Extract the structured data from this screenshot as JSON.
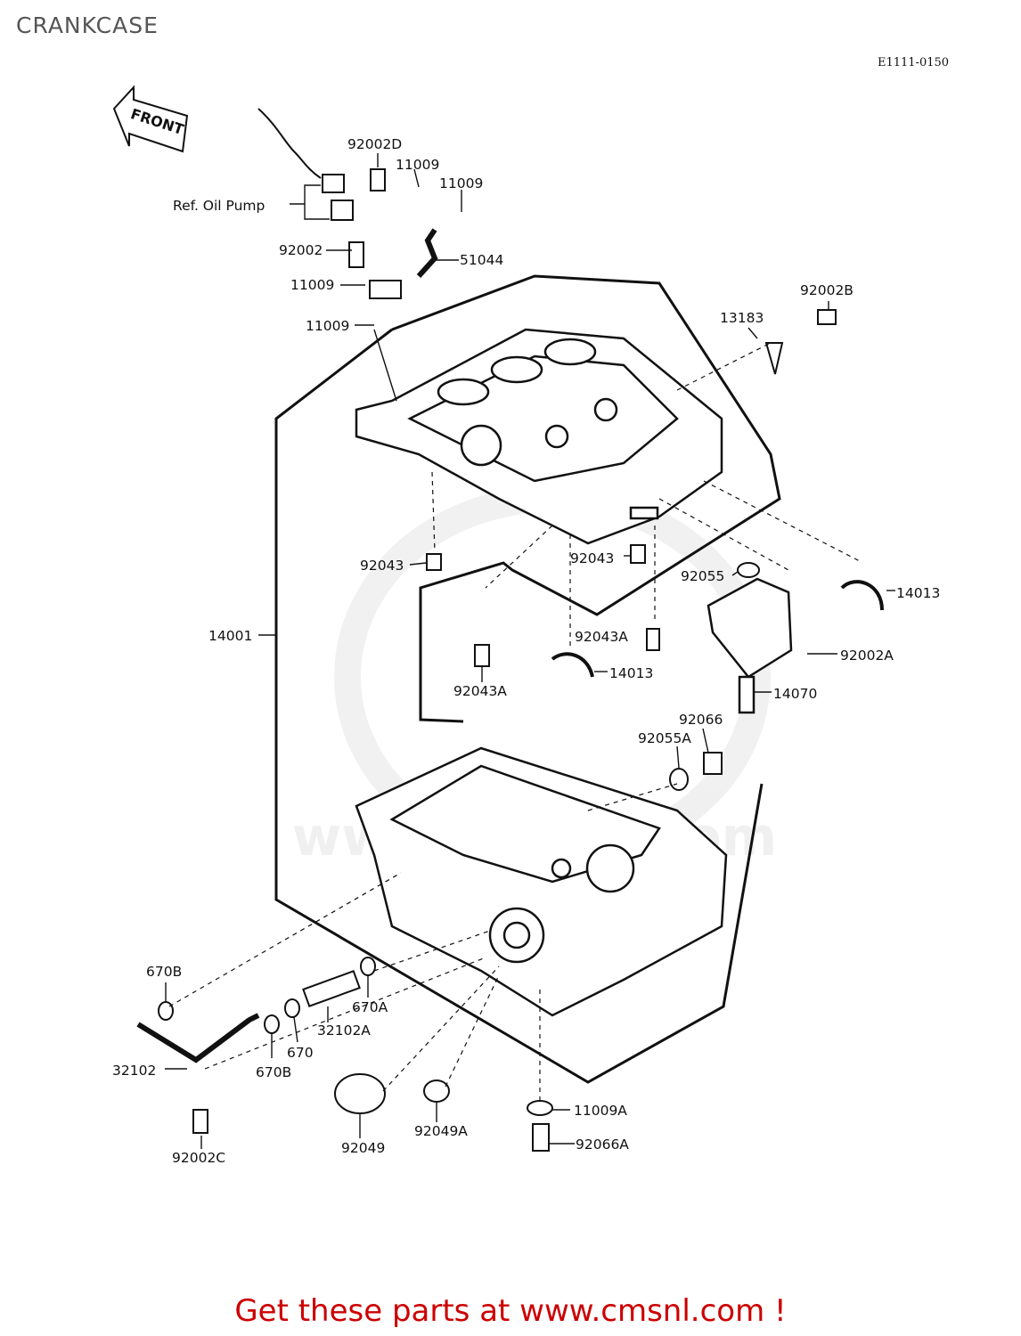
{
  "title": "CRANKCASE",
  "figure_code": "E1111-0150",
  "front_arrow_label": "FRONT",
  "ref_note": "Ref. Oil Pump",
  "watermark": "www.cmsnl.com",
  "parts": [
    {
      "label": "92002D"
    },
    {
      "label": "11009"
    },
    {
      "label": "11009"
    },
    {
      "label": "92002"
    },
    {
      "label": "51044"
    },
    {
      "label": "11009"
    },
    {
      "label": "11009"
    },
    {
      "label": "92002B"
    },
    {
      "label": "13183"
    },
    {
      "label": "92043"
    },
    {
      "label": "92043"
    },
    {
      "label": "92055"
    },
    {
      "label": "14013"
    },
    {
      "label": "14001"
    },
    {
      "label": "92043A"
    },
    {
      "label": "92002A"
    },
    {
      "label": "14013"
    },
    {
      "label": "92043A"
    },
    {
      "label": "14070"
    },
    {
      "label": "92066"
    },
    {
      "label": "92055A"
    },
    {
      "label": "670B"
    },
    {
      "label": "670A"
    },
    {
      "label": "32102A"
    },
    {
      "label": "670"
    },
    {
      "label": "32102"
    },
    {
      "label": "670B"
    },
    {
      "label": "92049A"
    },
    {
      "label": "11009A"
    },
    {
      "label": "92066A"
    },
    {
      "label": "92049"
    },
    {
      "label": "92002C"
    }
  ],
  "footer": "Get these parts at www.cmsnl.com !",
  "colors": {
    "line": "#111111",
    "footer": "#cc0000",
    "title": "#555555"
  }
}
